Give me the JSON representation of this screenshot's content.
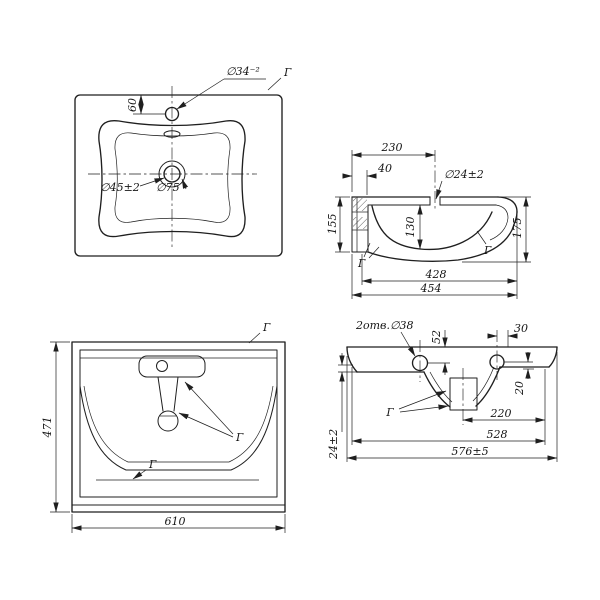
{
  "colors": {
    "ink": "#1f1f1f",
    "background": "#ffffff"
  },
  "gamma": "Г",
  "plan": {
    "dim_60": "60",
    "dia_faucet": "∅34⁻²",
    "dia_drain": "∅45±2",
    "dia_overflow": "∅75"
  },
  "side": {
    "dim_230": "230",
    "dim_40": "40",
    "dia_hole": "∅24±2",
    "dim_155": "155",
    "dim_130": "130",
    "dim_175": "175",
    "dim_428": "428",
    "dim_454": "454"
  },
  "front": {
    "dim_471": "471",
    "dim_610": "610"
  },
  "section": {
    "holes": "2отв.∅38",
    "dim_52": "52",
    "dim_30": "30",
    "dim_20": "20",
    "dim_220": "220",
    "dim_528": "528",
    "dim_24": "24±2",
    "dim_576": "576±5"
  }
}
